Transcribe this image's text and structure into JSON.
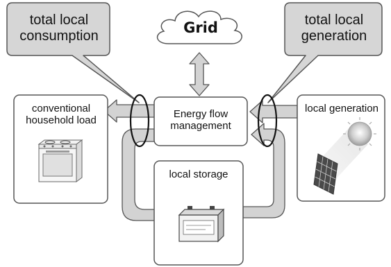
{
  "callouts": {
    "consumption": "total local consumption",
    "generation": "total local generation"
  },
  "nodes": {
    "grid": "Grid",
    "energy_flow_management": "Energy flow management",
    "conventional_load": "conventional household load",
    "local_generation": "local generation",
    "local_storage": "local storage"
  },
  "icons": {
    "stove": "stove-icon",
    "sun": "sun-icon",
    "solar_panel": "solar-panel-icon",
    "battery": "battery-icon"
  },
  "colors": {
    "arrow_fill": "#d3d3d3",
    "callout_fill": "#d6d6d6",
    "box_stroke": "#555555",
    "sun": "#c9c9c9"
  }
}
